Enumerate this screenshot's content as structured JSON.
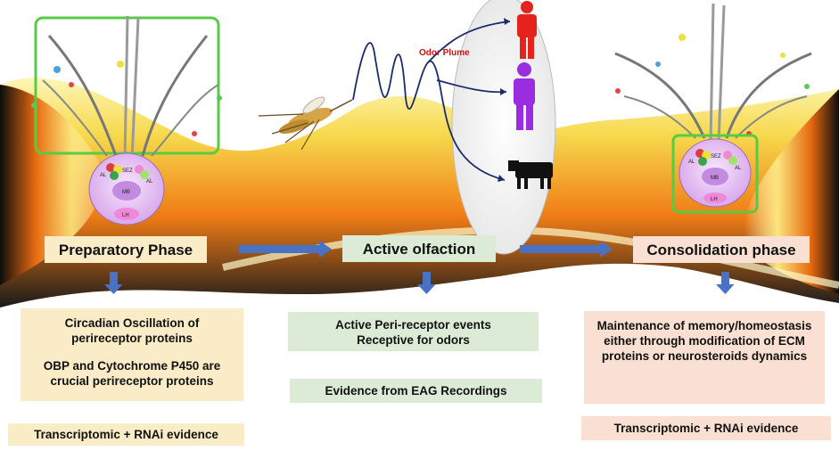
{
  "phases": [
    {
      "title": "Preparatory Phase",
      "details": [
        "Circadian Oscillation  of perireceptor proteins",
        "OBP and Cytochrome P450 are crucial perireceptor proteins"
      ],
      "evidence": "Transcriptomic + RNAi evidence"
    },
    {
      "title": "Active olfaction",
      "details": [
        "Active Peri-receptor events Receptive for odors"
      ],
      "evidence": "Evidence from EAG Recordings"
    },
    {
      "title": "Consolidation phase",
      "details": [
        "Maintenance of memory/homeostasis either through modification of ECM proteins or neurosteroids dynamics"
      ],
      "evidence": "Transcriptomic + RNAi evidence"
    }
  ],
  "odor_plume_label": "Odor Plume",
  "brain_labels": {
    "al": "AL",
    "sez": "SEZ",
    "mb": "MB",
    "lh": "LH"
  },
  "colors": {
    "phase1_box": "#fbecc8",
    "phase2_box": "#dcebd6",
    "phase3_box": "#f9e0d2",
    "arrow": "#4a72c4",
    "wave_dark": "#111111",
    "wave_orange": "#f07c16",
    "wave_yellow": "#f7e56a",
    "highlight_border": "#55cc44",
    "brain": "#e7c5f0"
  },
  "icons": [
    "mosquito-icon",
    "human-red-icon",
    "human-purple-icon",
    "cow-icon",
    "antenna-icon",
    "brain-icon"
  ]
}
